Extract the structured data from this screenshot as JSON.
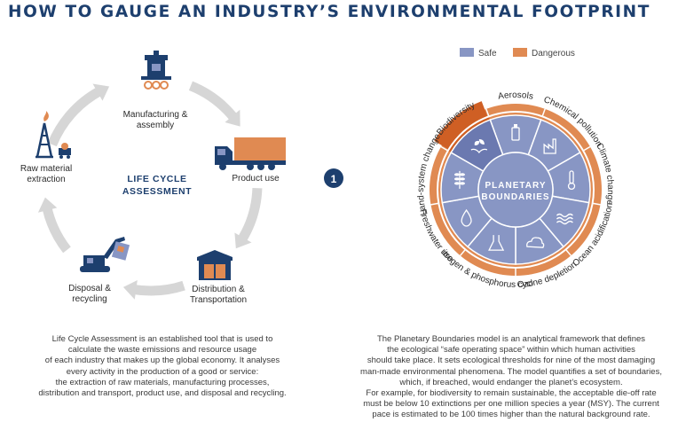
{
  "title": "HOW TO GAUGE AN INDUSTRY’S ENVIRONMENTAL FOOTPRINT",
  "colors": {
    "navy": "#1d3f6e",
    "orange": "#e08a52",
    "dark_orange": "#cf5f24",
    "slate": "#8896c4",
    "gray_arrow": "#d6d6d6"
  },
  "lca": {
    "title_lines": [
      "LIFE CYCLE",
      "ASSESSMENT"
    ],
    "stages": [
      {
        "lines": [
          "Manufacturing &",
          "assembly"
        ],
        "icon": "factory-machine-icon"
      },
      {
        "lines": [
          "Product use"
        ],
        "icon": "truck-icon"
      },
      {
        "lines": [
          "Distribution &",
          "Transportation"
        ],
        "icon": "warehouse-icon"
      },
      {
        "lines": [
          "Disposal &",
          "recycling"
        ],
        "icon": "excavator-icon"
      },
      {
        "lines": [
          "Raw material",
          "extraction"
        ],
        "icon": "oil-rig-icon"
      }
    ],
    "description": [
      "Life Cycle Assessment is an established tool that is used to",
      "calculate the waste emissions and resource usage",
      "of each industry that makes up the global economy. It analyses",
      "every activity in the production of a good or service:",
      "the extraction of raw materials, manufacturing processes,",
      "distribution and transport, product use, and disposal and recycling."
    ]
  },
  "badge": "1",
  "legend": {
    "safe": "Safe",
    "dangerous": "Dangerous"
  },
  "pb": {
    "center_lines": [
      "PLANETARY",
      "BOUNDARIES"
    ],
    "boundaries": [
      {
        "label": "Aerosols",
        "icon": "spray-can-icon",
        "status": "safe"
      },
      {
        "label": "Chemical pollution",
        "icon": "factory-icon",
        "status": "safe"
      },
      {
        "label": "Climate change",
        "icon": "thermometer-icon",
        "status": "safe"
      },
      {
        "label": "Ocean acidification",
        "icon": "waves-icon",
        "status": "safe"
      },
      {
        "label": "Ozone depletion",
        "icon": "cloud-icon",
        "status": "safe"
      },
      {
        "label": "Nitrogen & phosphorus cycle",
        "icon": "flask-icon",
        "status": "safe"
      },
      {
        "label": "Freshwater use",
        "icon": "water-drop-icon",
        "status": "safe"
      },
      {
        "label": "Land-system change",
        "icon": "wheat-icon",
        "status": "safe"
      },
      {
        "label": "Biodiversity",
        "icon": "leaf-hands-icon",
        "status": "dangerous"
      }
    ],
    "description": [
      "The Planetary Boundaries model is an analytical framework that defines",
      "the ecological “safe operating space” within which human activities",
      "should take place. It sets ecological thresholds for nine of the most damaging",
      "man-made environmental phenomena. The model quantifies a set of boundaries,",
      "which, if breached, would endanger the planet’s ecosystem.",
      "For example, for biodiversity to remain sustainable, the acceptable die-off rate",
      "must be below 10 extinctions per one million species a year (MSY). The current",
      "pace is estimated to be 100 times higher than the natural background rate."
    ]
  }
}
